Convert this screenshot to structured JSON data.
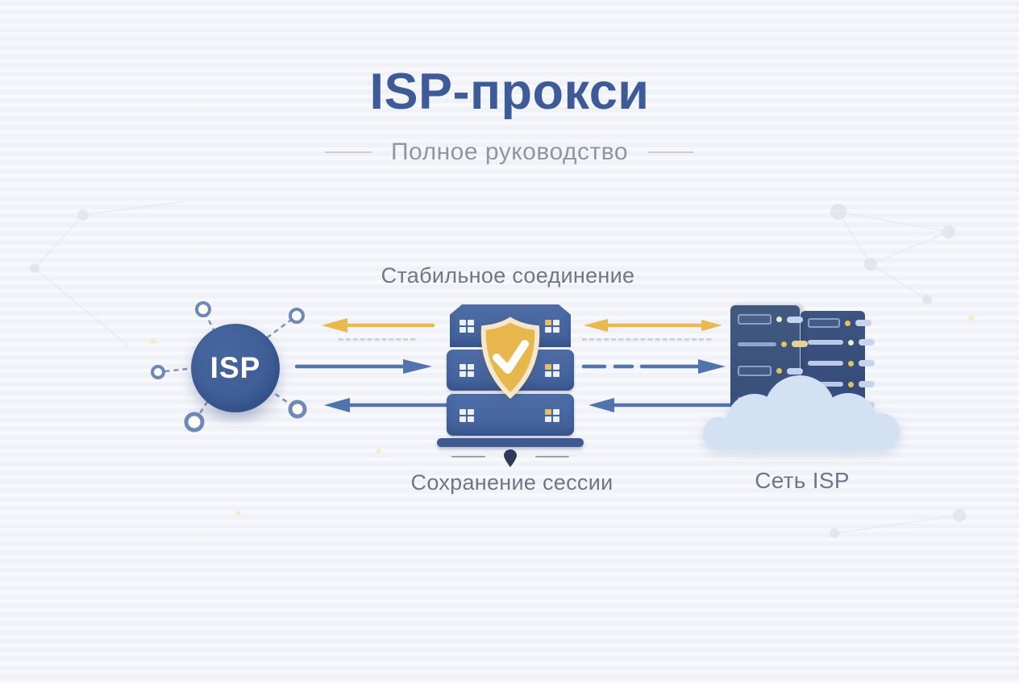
{
  "page": {
    "title": "ISP-прокси",
    "subtitle": "Полное руководство"
  },
  "diagram": {
    "connection_label": "Стабильное соединение",
    "isp_node_label": "ISP",
    "proxy_label": "Сохранение сессии",
    "network_label": "Сеть ISP",
    "icons": [
      "shield-check-icon",
      "location-pin-icon",
      "cloud-icon",
      "proxy-server-stack-icon",
      "server-rack-icon",
      "network-node-icon",
      "arrow-icons"
    ]
  },
  "theme": {
    "background": "#f4f5f9",
    "title_blue": "#3e5b99",
    "subtitle_gray": "#8d96a4",
    "label_gray": "#6d7787",
    "arrow_blue": "#5074ae",
    "arrow_yellow": "#e9b84e",
    "dash_gray": "#c8cdd8",
    "isp_circle_blue": "#3d5c95",
    "server_blue": "#48669f",
    "rack_navy": "#3a507e",
    "shield_gold": "#e7b64d",
    "shield_border": "#f3e8cb",
    "cloud_blue": "#d2e1f3"
  }
}
